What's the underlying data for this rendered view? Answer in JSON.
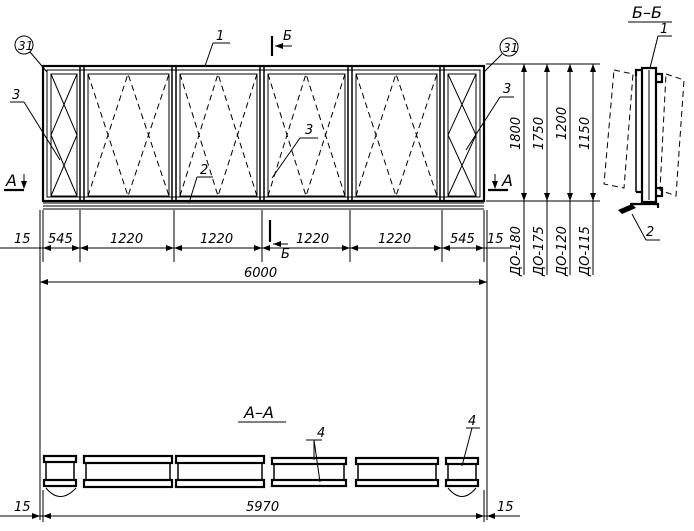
{
  "elevation": {
    "top_dims": [
      "15",
      "545",
      "1220",
      "1220",
      "1220",
      "1220",
      "545",
      "15"
    ],
    "overall_width": "6000",
    "heights": [
      "1800",
      "1750",
      "1200",
      "1150"
    ],
    "levels": [
      "ДО-180",
      "ДО-175",
      "ДО-120",
      "ДО-115"
    ],
    "section_mark": "Б",
    "section_a_mark": "А",
    "node_label": "31",
    "callouts": {
      "one": "1",
      "two": "2",
      "three": "3"
    }
  },
  "section_aa": {
    "title": "А–А",
    "callout_four": "4",
    "overall_width": "5970",
    "edge_dims": [
      "15",
      "15"
    ]
  },
  "section_bb": {
    "title": "Б–Б",
    "callout_one": "1",
    "callout_two": "2"
  }
}
